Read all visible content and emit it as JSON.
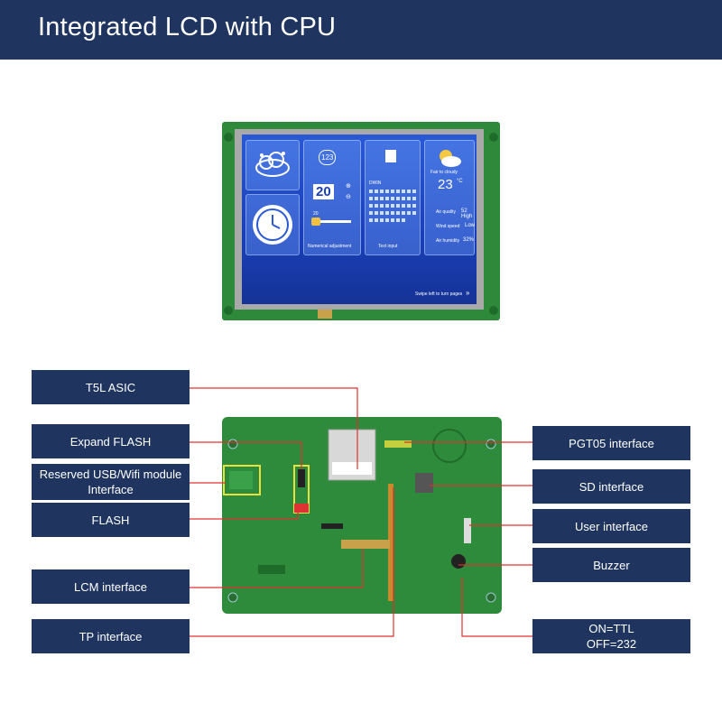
{
  "banner": {
    "title": "Integrated LCD with CPU"
  },
  "left_labels": [
    {
      "text": "T5L ASIC"
    },
    {
      "text": "Expand FLASH"
    },
    {
      "text": "Reserved USB/Wifi module\nInterface"
    },
    {
      "text": "FLASH"
    },
    {
      "text": "LCM interface"
    },
    {
      "text": "TP interface"
    }
  ],
  "right_labels": [
    {
      "text": "PGT05 interface"
    },
    {
      "text": "SD  interface"
    },
    {
      "text": "User interface"
    },
    {
      "text": "Buzzer"
    },
    {
      "text": "ON=TTL\nOFF=232"
    }
  ],
  "screen": {
    "numeric_value": "123",
    "counter_value": "20",
    "slider_value": "20",
    "numeric_caption": "Numerical adjustment",
    "text_caption": "Text input",
    "keyboard_title": "DWIN",
    "weather_caption": "Fair to cloudy",
    "temperature": "23",
    "temp_unit": "°C",
    "air_quality_label": "Air quality",
    "air_quality_value": "52 High",
    "wind_label": "Wind speed",
    "wind_value": "Low",
    "humidity_label": "Air humidity",
    "humidity_value": "32%",
    "swipe_hint": "Swipe left to turn pages"
  },
  "colors": {
    "banner": "#1f3560",
    "label_bg": "#1f3560",
    "pcb": "#2f8b3c",
    "connector_line": "#e03030",
    "highlight_box": "#e8e040"
  }
}
